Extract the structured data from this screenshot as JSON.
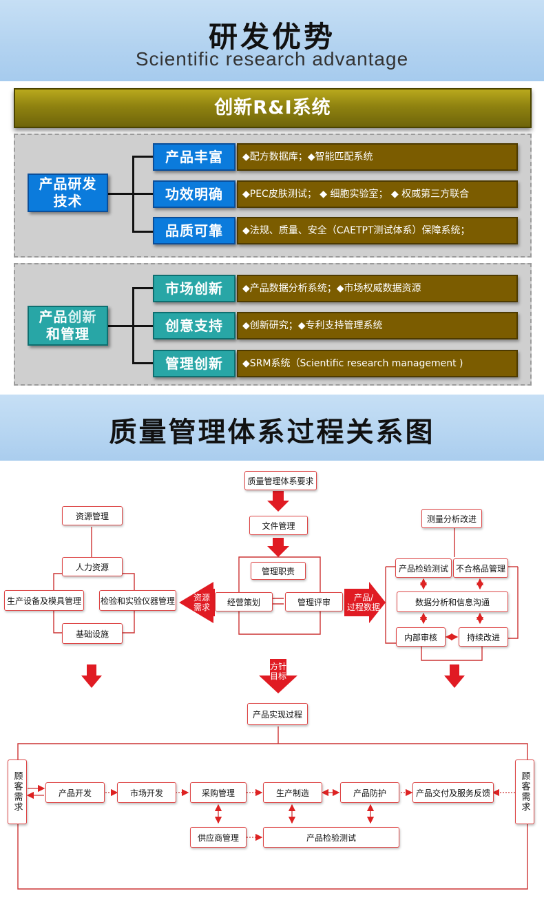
{
  "header": {
    "title": "研发优势",
    "subtitle": "Scientific research advantage"
  },
  "banner": {
    "title": "创新R&I系统"
  },
  "group_a": {
    "label": "产品研发技术",
    "items": [
      {
        "name": "产品丰富",
        "desc": "◆配方数据库；◆智能匹配系统"
      },
      {
        "name": "功效明确",
        "desc": "◆PEC皮肤测试； ◆ 细胞实验室； ◆ 权威第三方联合"
      },
      {
        "name": "品质可靠",
        "desc": "◆法规、质量、安全（CAETPT测试体系）保障系统；"
      }
    ]
  },
  "group_b": {
    "label_part1": "产品",
    "label_part2": "创新",
    "label_part3": "和管理",
    "items": [
      {
        "name": "市场创新",
        "desc": "◆产品数据分析系统；◆市场权威数据资源"
      },
      {
        "name": "创意支持",
        "desc": "◆创新研究；◆专利支持管理系统"
      },
      {
        "name": "管理创新",
        "desc": "◆SRM系统（Scientific research management )"
      }
    ]
  },
  "section2": {
    "title": "质量管理体系过程关系图"
  },
  "flowchart": {
    "center": {
      "requirement": "质量管理体系要求",
      "doc_mgmt": "文件管理",
      "mgmt_duty": "管理职责",
      "planning": "经营策划",
      "review": "管理评审"
    },
    "left": {
      "resource_mgmt": "资源管理",
      "hr": "人力资源",
      "equipment": "生产设备及模具管理",
      "instruments": "检验和实验仪器管理",
      "infrastructure": "基础设施"
    },
    "right": {
      "measure": "测量分析改进",
      "inspection": "产品检验测试",
      "nonconforming": "不合格品管理",
      "data_analysis": "数据分析和信息沟通",
      "internal_audit": "内部审核",
      "improvement": "持续改进"
    },
    "arrows": {
      "resource_demand_1": "资源",
      "resource_demand_2": "需求",
      "process_data_1": "产品/",
      "process_data_2": "过程数据",
      "policy_1": "方针",
      "policy_2": "目标"
    },
    "realization": "产品实现过程",
    "bottom": {
      "customer_left": "顾客需求",
      "customer_right": "顾客需求",
      "steps": [
        "产品开发",
        "市场开发",
        "采购管理",
        "生产制造",
        "产品防护",
        "产品交付及服务反馈"
      ],
      "supplier": "供应商管理",
      "testing": "产品检验测试"
    }
  }
}
